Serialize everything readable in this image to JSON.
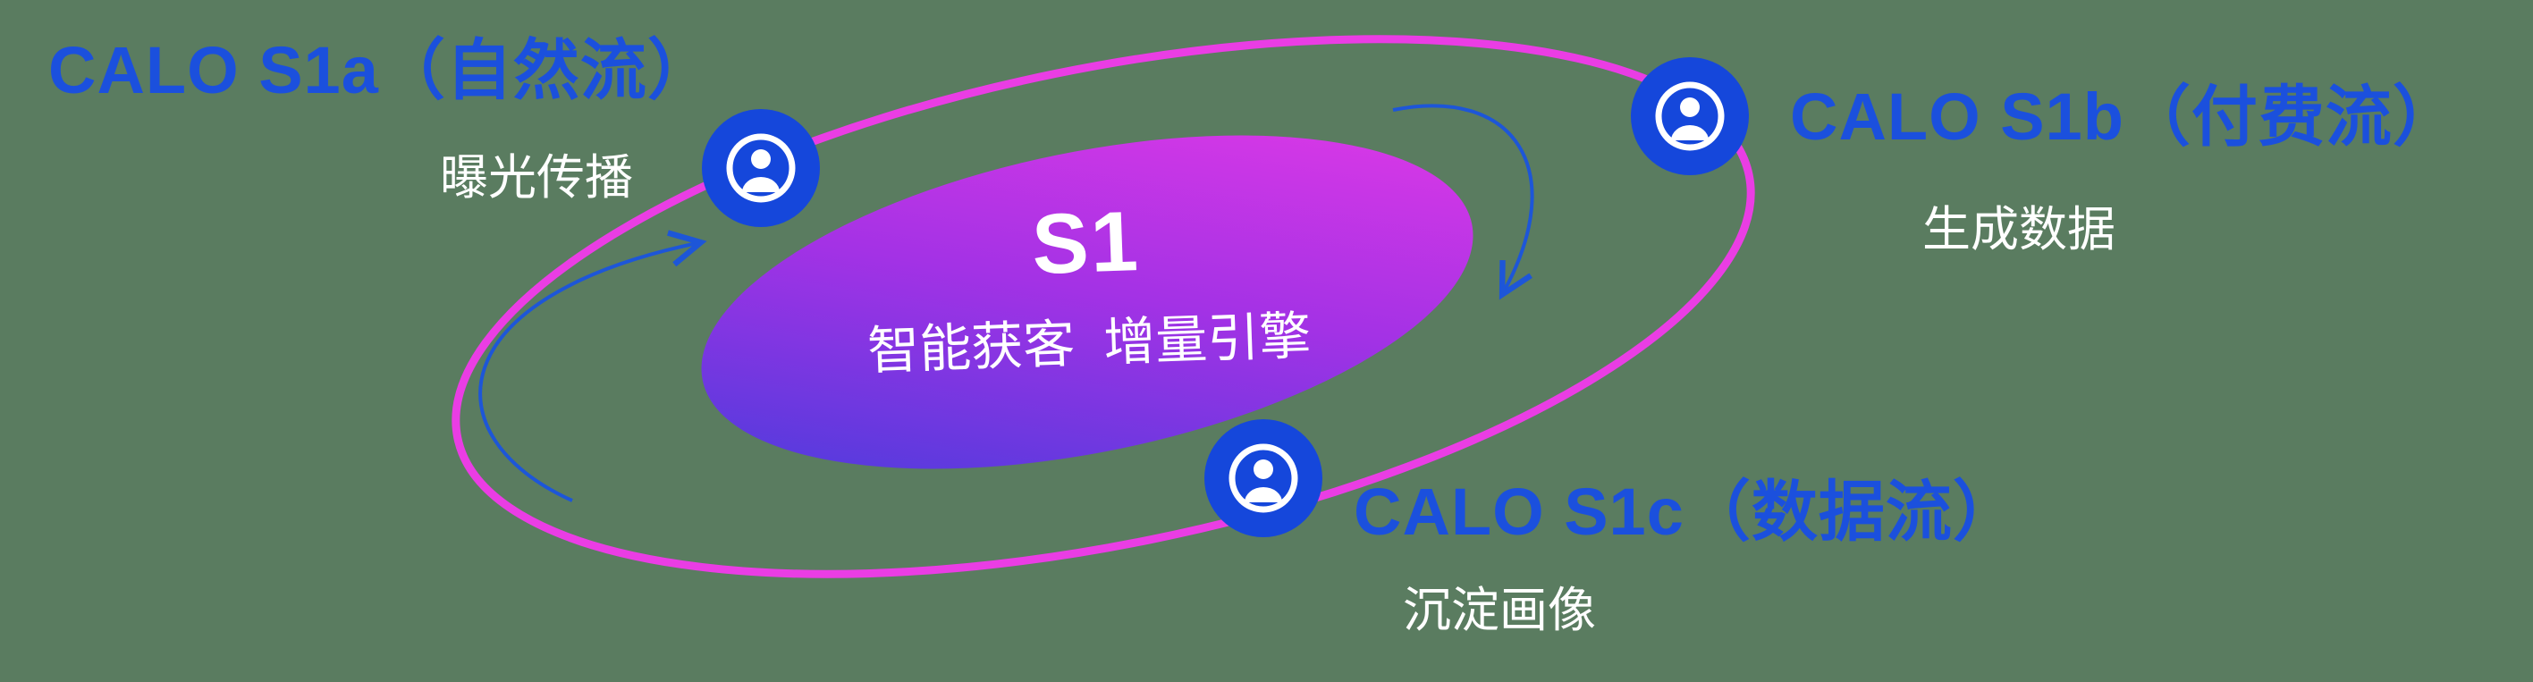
{
  "diagram": {
    "center": {
      "title": "S1",
      "subtitle": "智能获客  增量引擎"
    },
    "nodes": [
      {
        "id": "s1a",
        "title": "CALO S1a（自然流）",
        "subtitle": "曝光传播",
        "icon": "person-circle-icon"
      },
      {
        "id": "s1b",
        "title": "CALO S1b（付费流）",
        "subtitle": "生成数据",
        "icon": "person-circle-icon"
      },
      {
        "id": "s1c",
        "title": "CALO S1c（数据流）",
        "subtitle": "沉淀画像",
        "icon": "person-circle-icon"
      }
    ],
    "arrows": [
      {
        "id": "left-arrow",
        "direction": "counter-clockwise-up"
      },
      {
        "id": "right-arrow",
        "direction": "clockwise-down"
      }
    ],
    "colors": {
      "background": "#5a7c60",
      "orbit_ring": "#ea3de4",
      "node_fill": "#1547db",
      "title_blue": "#1b50dd",
      "arrow_blue": "#1d56d8",
      "core_gradient_start": "#3f3ddb",
      "core_gradient_mid": "#a332e5",
      "core_gradient_end": "#e83ae6",
      "text_white": "#ffffff"
    }
  }
}
